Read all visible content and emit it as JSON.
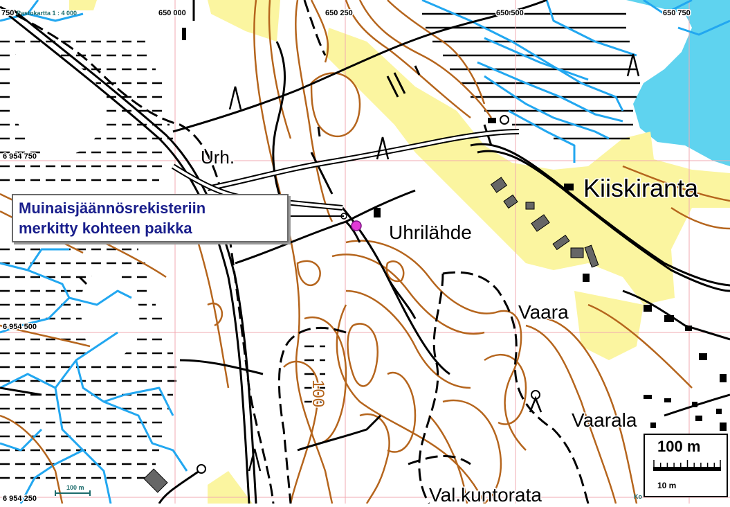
{
  "map": {
    "scale_text": "Pastokartta 1 : 4 000",
    "grid": {
      "easting_labels": [
        "650 000",
        "650 250",
        "650 500",
        "650 750"
      ],
      "northing_labels": [
        "6 954 750",
        "6 954 500",
        "6 954 250"
      ],
      "corner_label": "750"
    },
    "place_labels": {
      "urh": "Urh.",
      "kiiskiranta": "Kiiskiranta",
      "uhrilahde": "Uhrilähde",
      "vaara": "Vaara",
      "vaarala": "Vaarala",
      "kuntorata": "Val.kuntorata",
      "contour_100": "100"
    },
    "info_box": {
      "line1": "Muinaisjäännösrekisteriin",
      "line2": "merkitty kohteen paikka"
    },
    "scale_bar": {
      "main": "100 m",
      "sub": "10 m",
      "mini": "100 m"
    },
    "corner_bottom_right": "Ko",
    "colors": {
      "contour": "#b5651d",
      "water": "#22a7f0",
      "lake": "#5fd3ef",
      "field": "#fbf5a0",
      "marker": "#e23ad6",
      "grid": "#f2a9b0"
    }
  }
}
